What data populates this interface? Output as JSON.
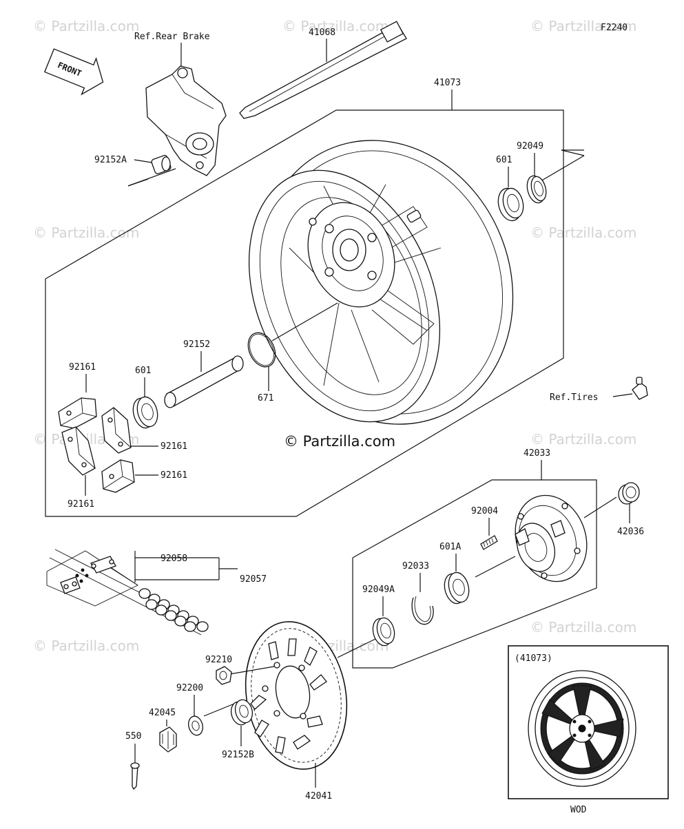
{
  "diagram": {
    "figure_code": "F2240",
    "front_label": "FRONT",
    "watermark": "© Partzilla.com",
    "watermark_center": "© Partzilla.com",
    "inset_caption": "(41073)",
    "inset_footer": "WOD",
    "refs": {
      "rear_brake": "Ref.Rear Brake",
      "tires": "Ref.Tires"
    },
    "labels": {
      "p41068": "41068",
      "p41073": "41073",
      "p92049": "92049",
      "p601_top": "601",
      "p92152A": "92152A",
      "p92152": "92152",
      "p92161_a": "92161",
      "p601_left": "601",
      "p671": "671",
      "p92161_b": "92161",
      "p92161_c": "92161",
      "p92161_d": "92161",
      "p42033": "42033",
      "p92004": "92004",
      "p42036": "42036",
      "p601A": "601A",
      "p92033": "92033",
      "p92049A": "92049A",
      "p92058": "92058",
      "p92057": "92057",
      "p92210": "92210",
      "p92200": "92200",
      "p42045": "42045",
      "p550": "550",
      "p92152B": "92152B",
      "p42041": "42041"
    }
  }
}
